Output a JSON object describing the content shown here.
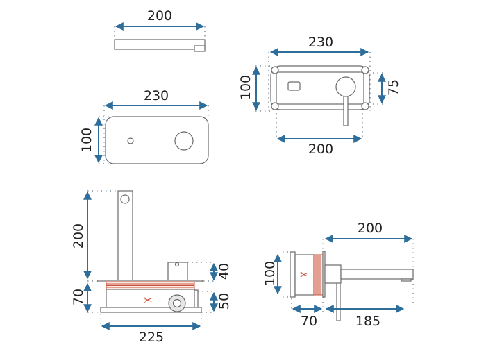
{
  "title": "Concealed wall-mounted basin mixer - technical dimensions (mm)",
  "colors": {
    "dimension_arrow": "#2f6e9b",
    "outline": "#6a6a6a",
    "cut_marker": "#c8553f"
  },
  "views": {
    "top": {
      "width": "200"
    },
    "front_plate": {
      "width": "230",
      "height": "100"
    },
    "front_assembly": {
      "outer_width": "230",
      "inner_width": "200",
      "height": "100",
      "inner_height": "75"
    },
    "side_body": {
      "spout_height": "200",
      "body_depth": "70",
      "cover_offset": "40",
      "box_height": "50",
      "width": "225"
    },
    "side_profile": {
      "height": "100",
      "spout_length_total": "200",
      "box_depth": "70",
      "spout_length": "185"
    }
  }
}
